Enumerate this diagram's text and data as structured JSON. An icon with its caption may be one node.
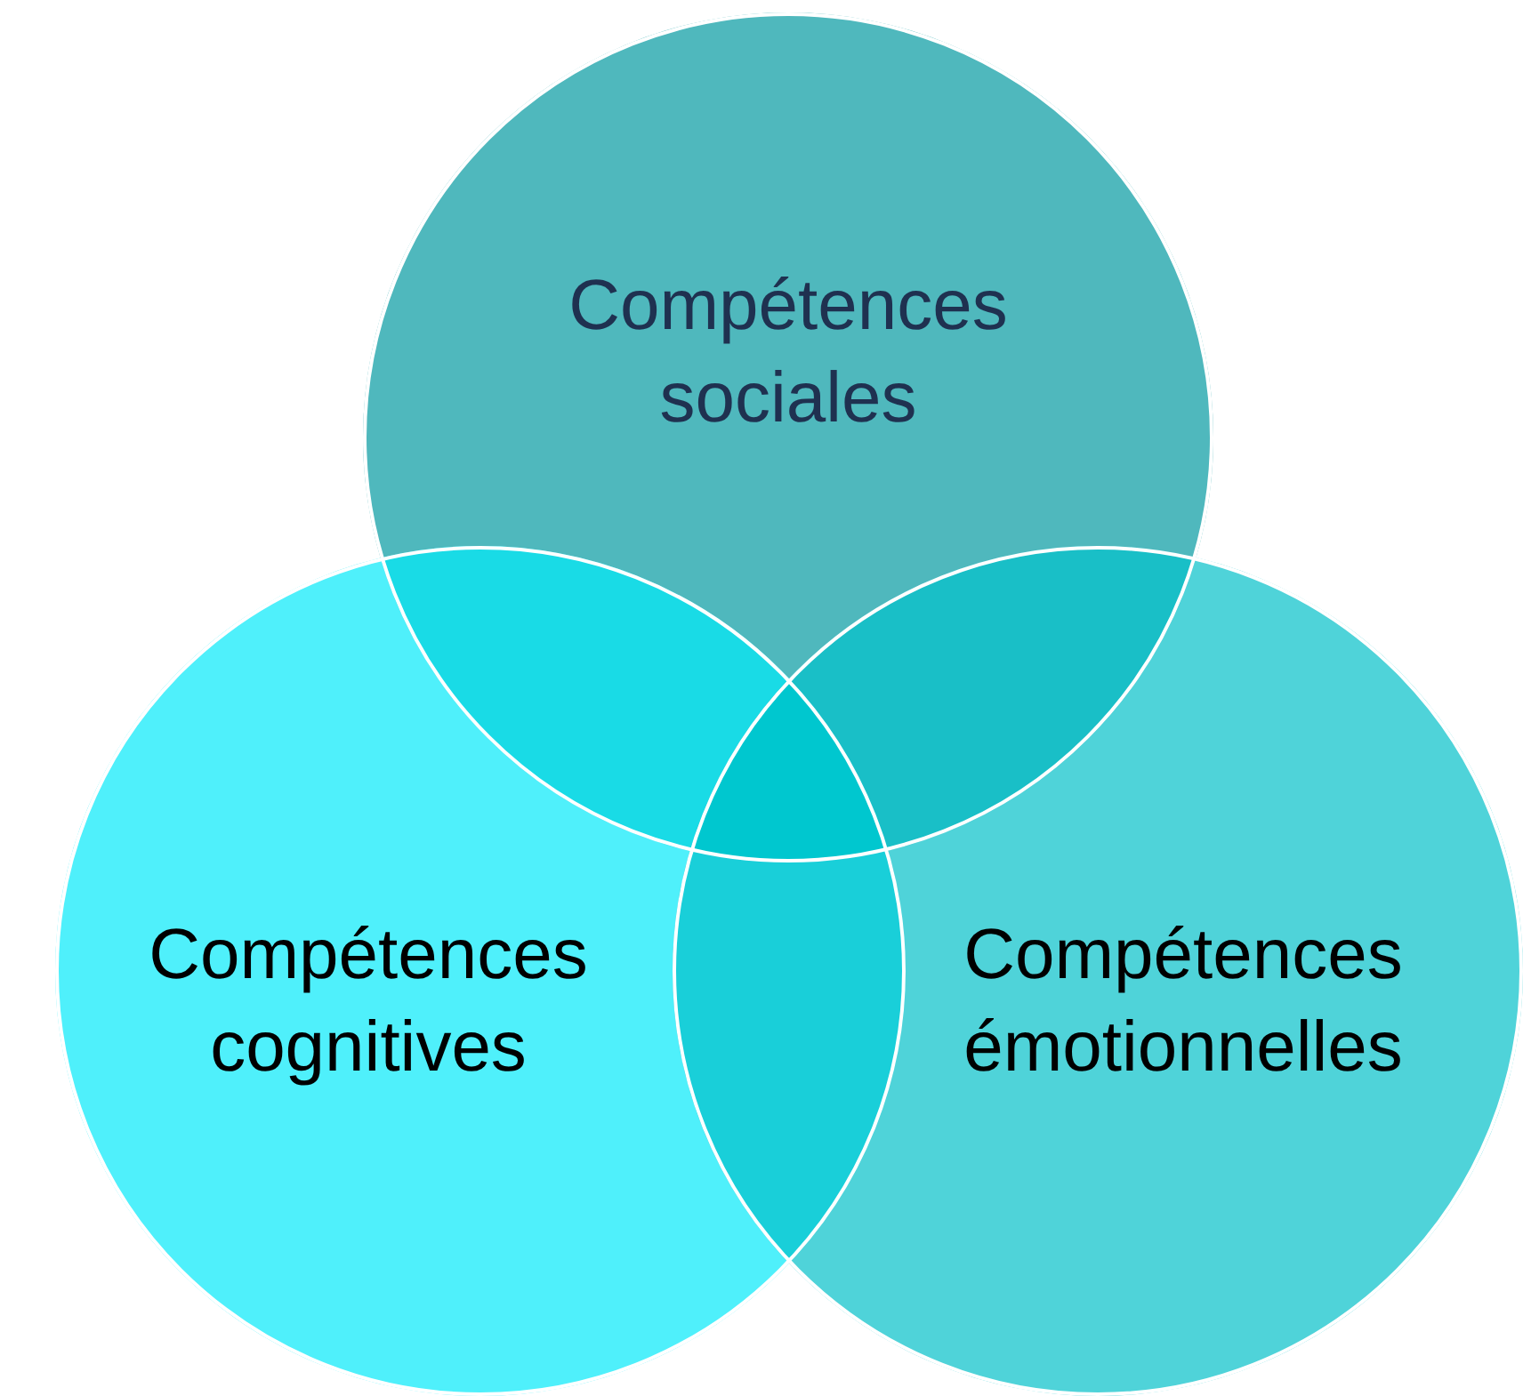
{
  "diagram": {
    "nodes": [
      {
        "text": [
          "Compétences sociales"
        ]
      },
      {
        "text": [
          "Compétences cognitives"
        ]
      },
      {
        "text": [
          "Compétences émotionnelles"
        ]
      }
    ]
  }
}
